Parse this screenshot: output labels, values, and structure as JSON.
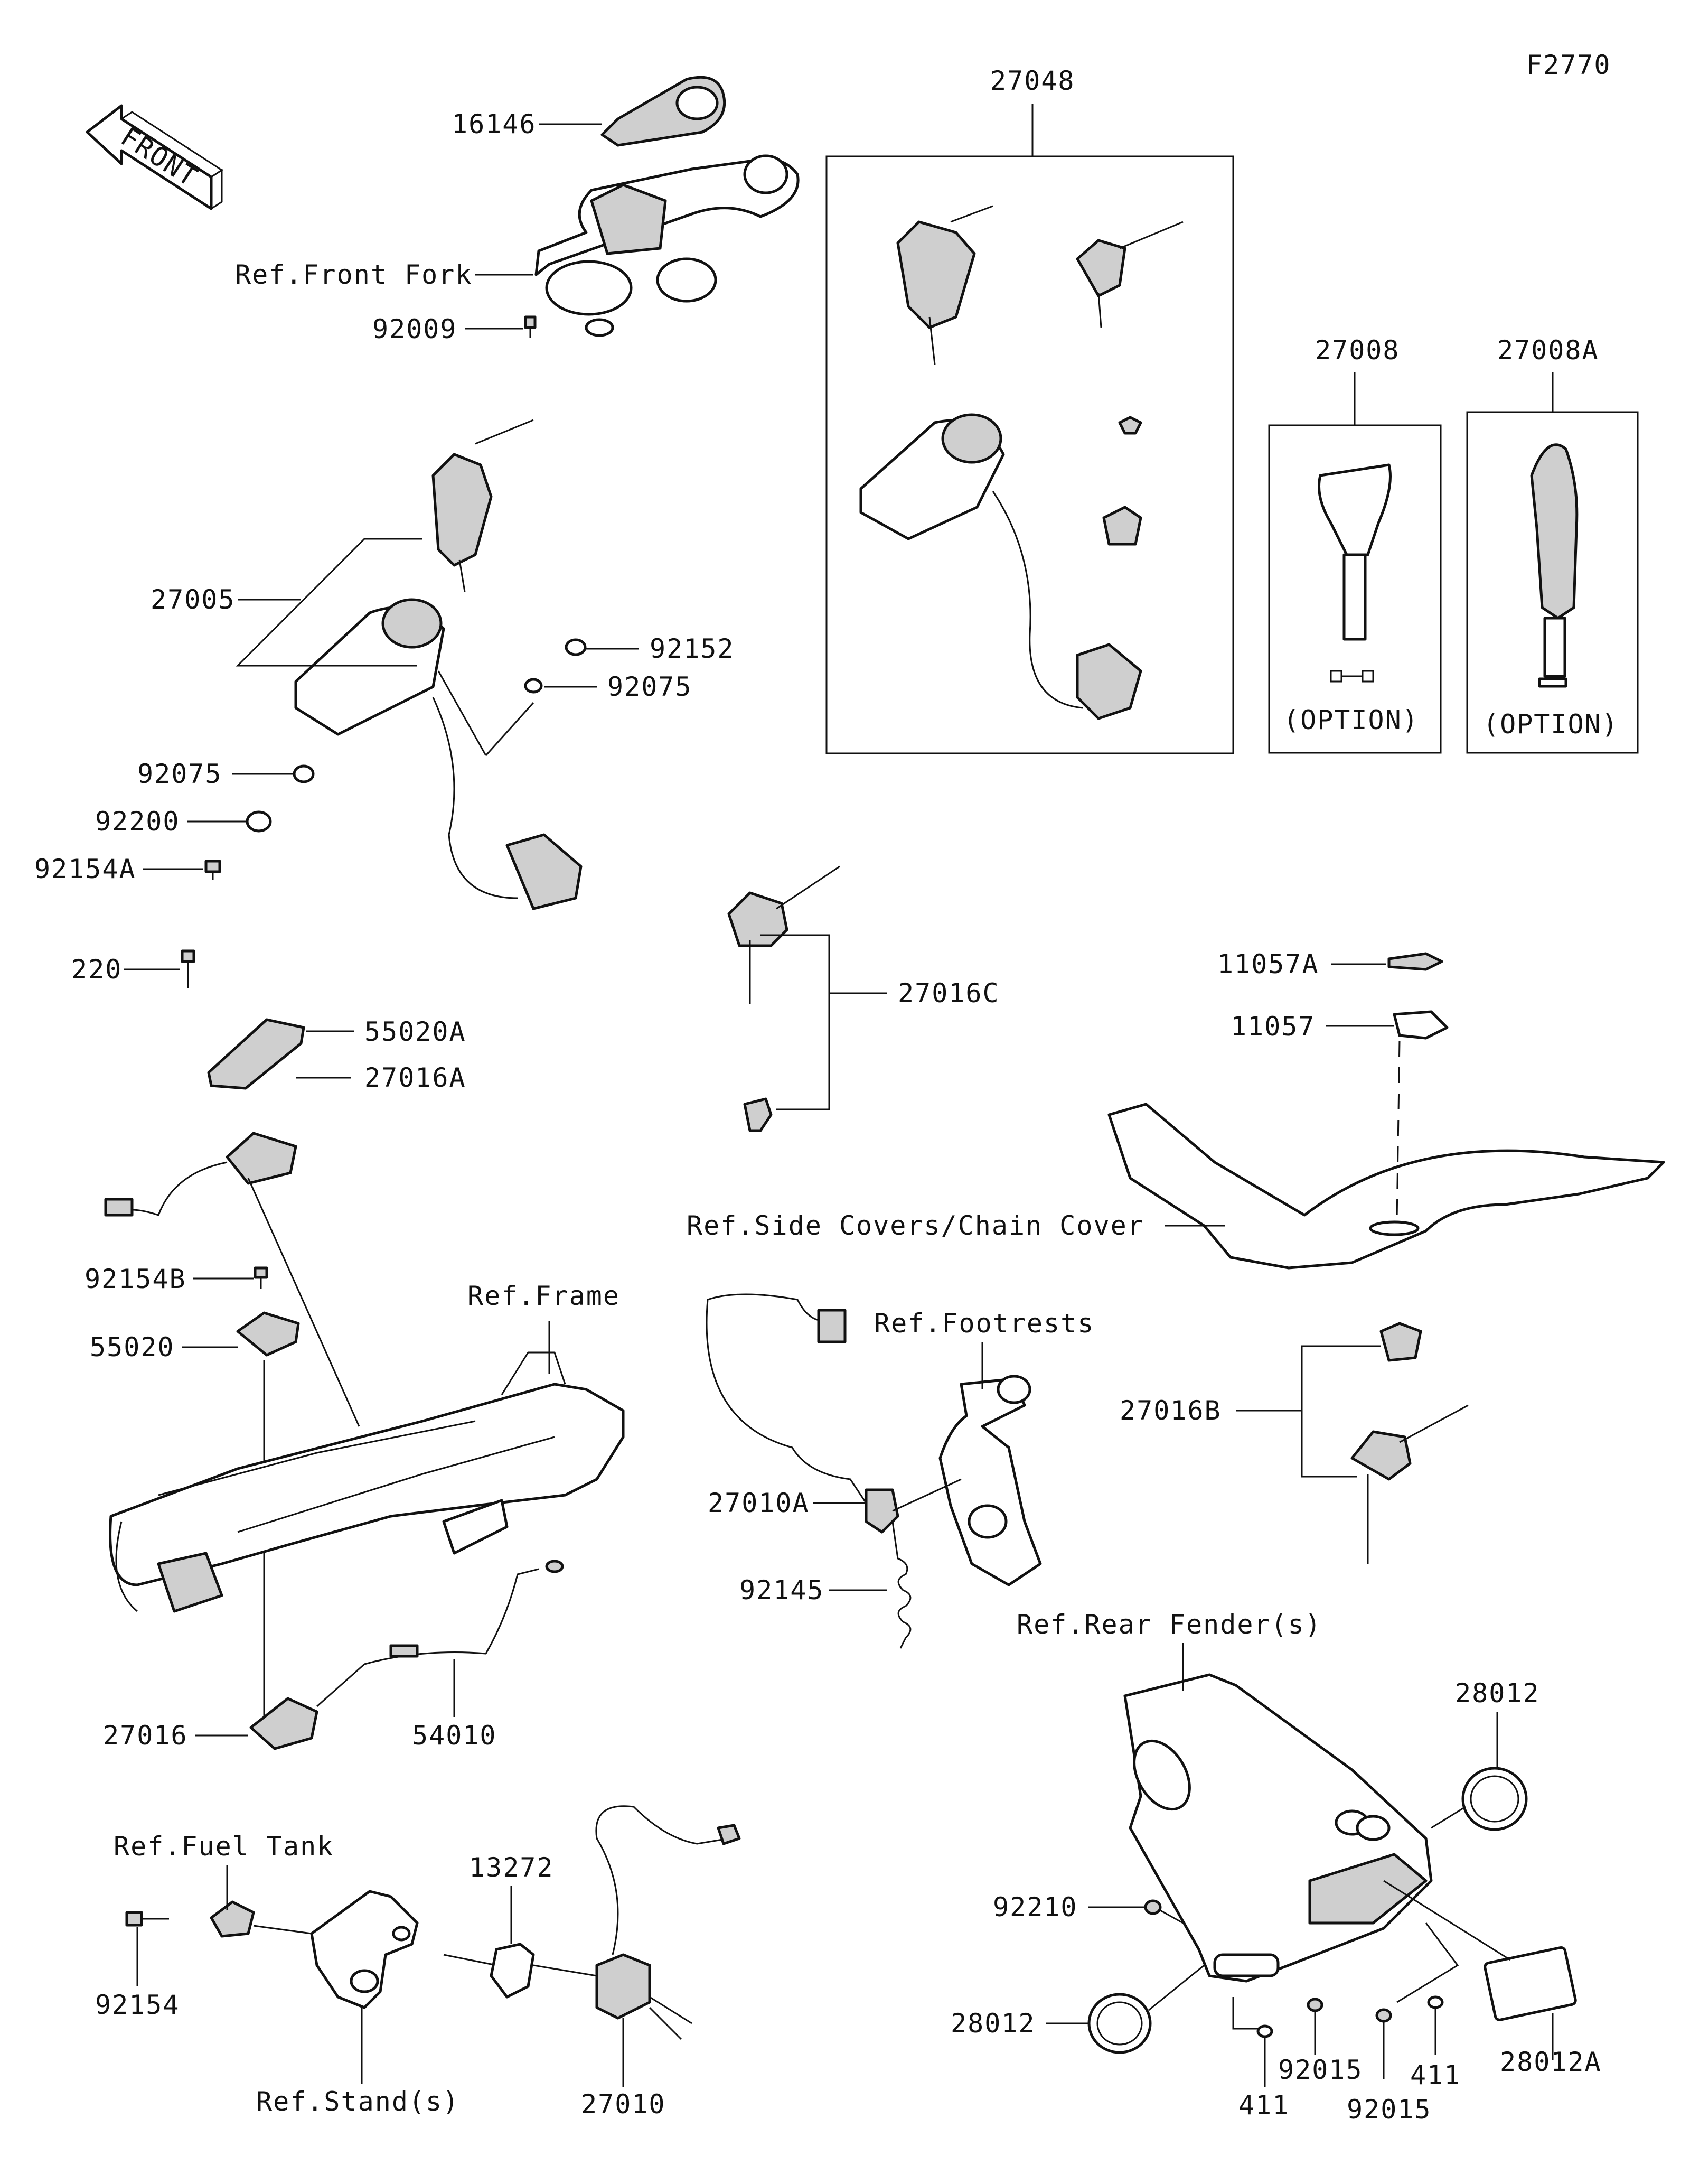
{
  "figure_code": "F2770",
  "front_arrow_text": "FRONT",
  "labels": {
    "p16146": "16146",
    "ref_front_fork": "Ref.Front Fork",
    "p92009": "92009",
    "p27048": "27048",
    "p27008": "27008",
    "p27008a": "27008A",
    "option_1": "(OPTION)",
    "option_2": "(OPTION)",
    "p27005": "27005",
    "p92152": "92152",
    "p92075_a": "92075",
    "p92075_b": "92075",
    "p92200": "92200",
    "p92154a": "92154A",
    "p220": "220",
    "p55020a": "55020A",
    "p27016a": "27016A",
    "p27016c": "27016C",
    "p11057a": "11057A",
    "p11057": "11057",
    "ref_side_covers": "Ref.Side Covers/Chain Cover",
    "p92154b": "92154B",
    "ref_frame": "Ref.Frame",
    "p55020": "55020",
    "ref_footrests": "Ref.Footrests",
    "p27016b": "27016B",
    "p27010a": "27010A",
    "p92145": "92145",
    "ref_rear_fender": "Ref.Rear Fender(s)",
    "p28012_top": "28012",
    "p27016": "27016",
    "p54010": "54010",
    "ref_fuel_tank": "Ref.Fuel Tank",
    "p13272": "13272",
    "p92210": "92210",
    "p92154": "92154",
    "p28012_left": "28012",
    "ref_stands": "Ref.Stand(s)",
    "p27010": "27010",
    "p92015_a": "92015",
    "p411_a": "411",
    "p411_b": "411",
    "p92015_b": "92015",
    "p28012a": "28012A"
  }
}
